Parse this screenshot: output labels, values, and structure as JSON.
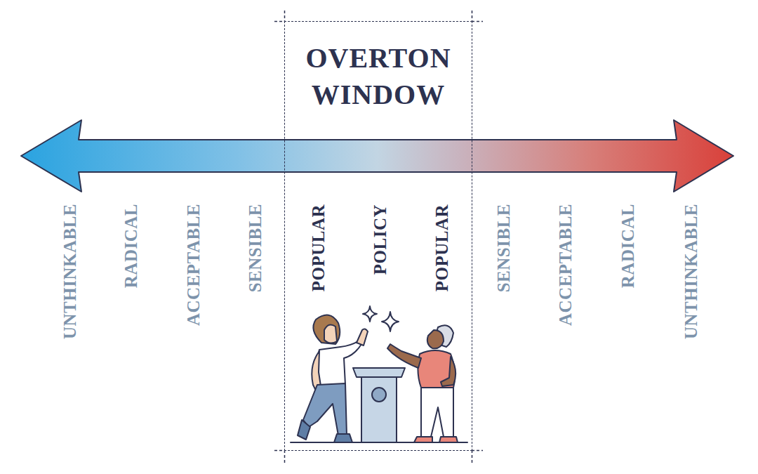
{
  "diagram": {
    "nodes": [
      {
        "text": [
          "OVERTON WINDOW",
          "POPULAR",
          "POLICY",
          "POPULAR"
        ]
      }
    ],
    "labels": [
      "UNTHINKABLE",
      "RADICAL",
      "ACCEPTABLE",
      "SENSIBLE",
      "SENSIBLE",
      "ACCEPTABLE",
      "RADICAL",
      "UNTHINKABLE"
    ]
  }
}
